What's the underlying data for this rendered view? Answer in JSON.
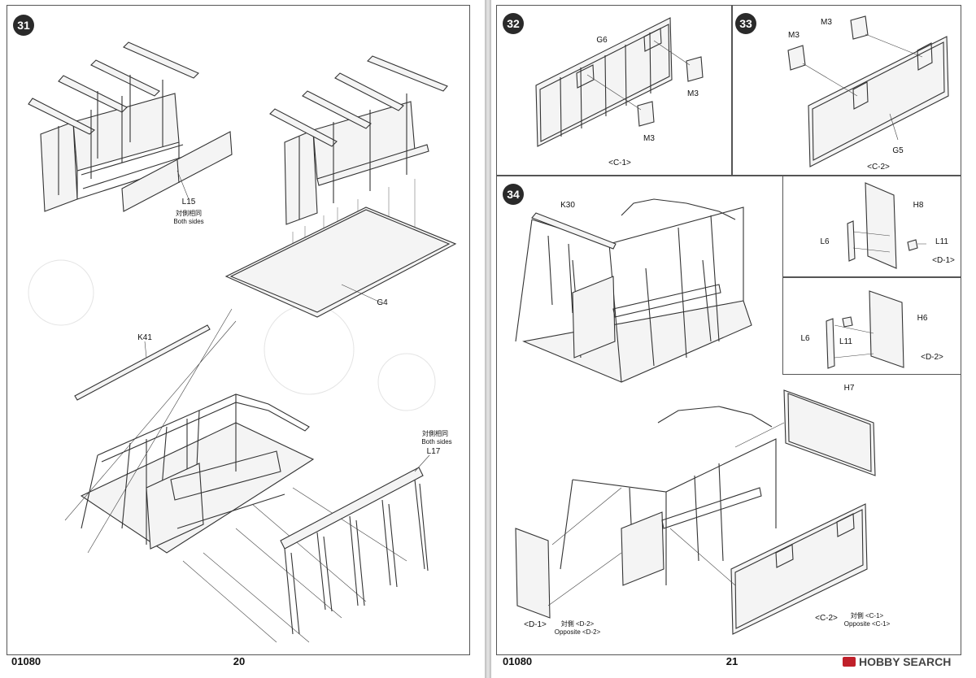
{
  "pages": {
    "left": {
      "step31": {
        "number": "31",
        "l15_label": "L15",
        "l15_note_cn": "対側相同",
        "l15_note_en": "Both sides",
        "g4_label": "G4",
        "k41_label": "K41",
        "l17_note_cn": "対側相同",
        "l17_note_en": "Both sides",
        "l17_label": "L17"
      },
      "footer": {
        "code": "01080",
        "page_number": "20"
      }
    },
    "right": {
      "step32": {
        "number": "32",
        "g6_label": "G6",
        "m3a_label": "M3",
        "m3b_label": "M3",
        "view_label": "<C-1>"
      },
      "step33": {
        "number": "33",
        "m3a_label": "M3",
        "m3b_label": "M3",
        "g5_label": "G5",
        "view_label": "<C-2>"
      },
      "step34": {
        "number": "34",
        "k30_label": "K30",
        "h7_label": "H7",
        "d1_label": "<D-1>",
        "opposite_d2_cn": "対側 <D-2>",
        "opposite_d2_en": "Opposite <D-2>",
        "c2_label": "<C-2>",
        "opposite_c1_cn": "対側 <C-1>",
        "opposite_c1_en": "Opposite <C-1>"
      },
      "inset_d1": {
        "h8_label": "H8",
        "l6_label": "L6",
        "l11_label": "L11",
        "view_label": "<D-1>"
      },
      "inset_d2": {
        "h6_label": "H6",
        "l6_label": "L6",
        "l11_label": "L11",
        "view_label": "<D-2>"
      },
      "footer": {
        "code": "01080",
        "page_number": "21",
        "watermark": "HOBBY SEARCH"
      }
    }
  }
}
